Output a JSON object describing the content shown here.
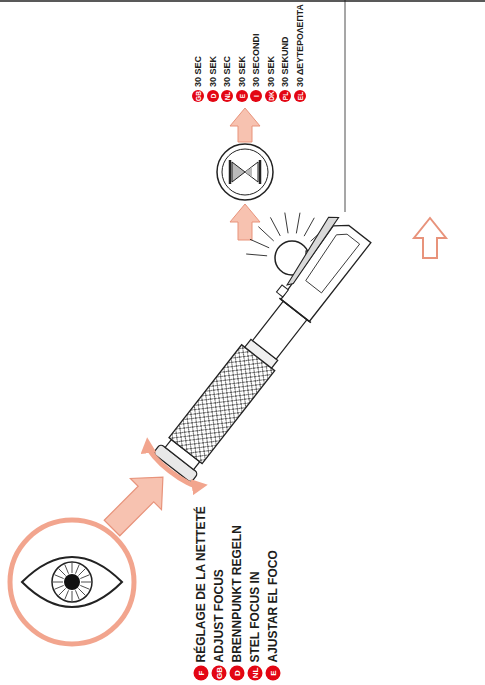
{
  "diagram": {
    "nodes": [
      {
        "text": [
          "GB",
          "30 SEC"
        ]
      },
      {
        "text": [
          "D",
          "30 SEK"
        ]
      },
      {
        "text": [
          "NL",
          "30 SEC"
        ]
      },
      {
        "text": [
          "E",
          "30 SEK"
        ]
      },
      {
        "text": [
          "I",
          "30 SECONDI"
        ]
      },
      {
        "text": [
          "DK",
          "30 SEK"
        ]
      },
      {
        "text": [
          "PL",
          "30 SEKUND"
        ]
      },
      {
        "text": [
          "EL",
          "30 ΔΕΥΤΕΡΟΛΕΠΤΑ"
        ]
      },
      {
        "text": [
          "F",
          "RÉGLAGE DE LA NETTETÉ"
        ]
      },
      {
        "text": [
          "GB",
          "ADJUST FOCUS"
        ]
      },
      {
        "text": [
          "D",
          "BRENNPUNKT REGELN"
        ]
      },
      {
        "text": [
          "NL",
          "STEL FOCUS IN"
        ]
      },
      {
        "text": [
          "E",
          "AJUSTAR EL FOCO"
        ]
      }
    ]
  }
}
